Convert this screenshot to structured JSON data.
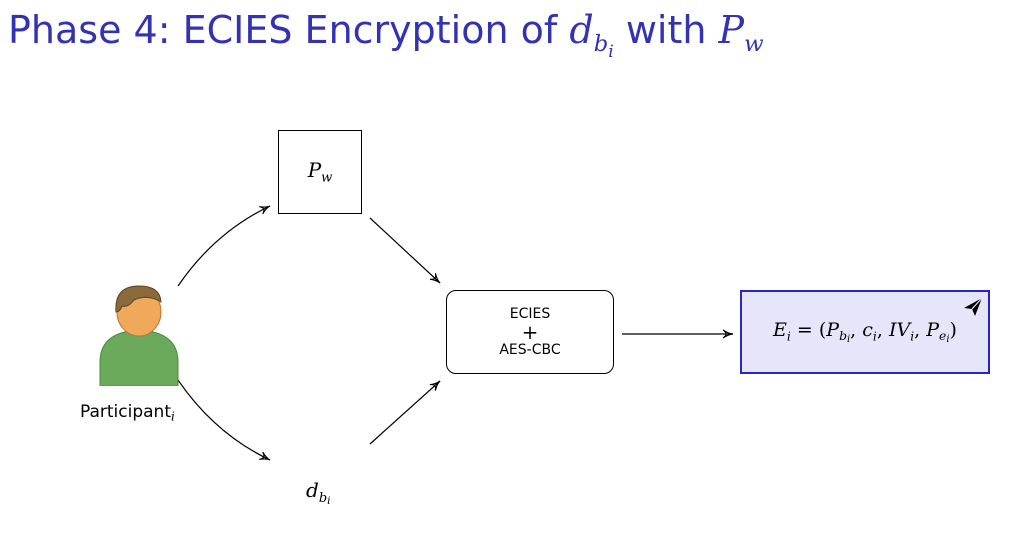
{
  "title": {
    "text": "Phase 4: ECIES Encryption of ",
    "var_d": "d",
    "var_d_sub": "b",
    "var_d_subsub": "i",
    "with_text": " with ",
    "var_p": "P",
    "var_p_sub": "w"
  },
  "pw_box": {
    "symbol": "P",
    "sub": "w"
  },
  "encryption_box": {
    "line1": "ECIES",
    "line2": "+",
    "line3": "AES-CBC"
  },
  "result_box": {
    "lhs": "E",
    "lhs_sub": "i",
    "equals": " = (",
    "p1": "P",
    "p1_sub": "b",
    "p1_subsub": "i",
    "sep1": ", ",
    "c": "c",
    "c_sub": "i",
    "sep2": ", ",
    "iv": "IV",
    "iv_sub": "i",
    "sep3": ", ",
    "pe": "P",
    "pe_sub": "e",
    "pe_subsub": "i",
    "close": ")",
    "icon": "paper-plane-icon",
    "border_color": "#2727c8",
    "fill_color": "#e6e6fb"
  },
  "participant": {
    "label": "Participant",
    "label_sub": "i",
    "icon": "person-icon"
  },
  "dbi_node": {
    "symbol": "d",
    "sub": "b",
    "subsub": "i"
  },
  "colors": {
    "title": "#3333b2",
    "person_head": "#f0a85a",
    "person_hair": "#8a6a3a",
    "person_body": "#6aaa5a"
  }
}
